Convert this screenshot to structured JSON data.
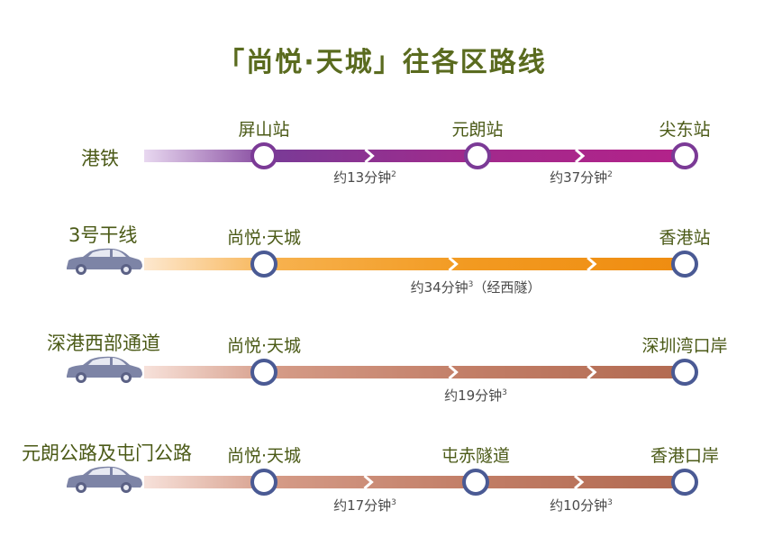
{
  "title": "「尚悦·天城」往各区路线",
  "routes": [
    {
      "mode": "港铁",
      "has_car": false,
      "colors": [
        "#e8d8f0",
        "#7b3a96",
        "#a12a8c",
        "#b3228a"
      ],
      "stations": [
        "屏山站",
        "元朗站",
        "尖东站"
      ],
      "times": [
        {
          "text": "约13分钟",
          "note": "2"
        },
        {
          "text": "约37分钟",
          "note": "2"
        }
      ]
    },
    {
      "mode": "3号干线",
      "has_car": true,
      "colors": [
        "#fde8cf",
        "#f7b14d",
        "#f29a21",
        "#ef8c10"
      ],
      "stations": [
        "尚悦·天城",
        "香港站"
      ],
      "times": [
        {
          "text": "约34分钟",
          "note": "3",
          "suffix": "（经西隧）"
        }
      ]
    },
    {
      "mode": "深港西部通道",
      "has_car": true,
      "colors": [
        "#f7e1da",
        "#d49a86",
        "#c27e67",
        "#b26a51"
      ],
      "stations": [
        "尚悦·天城",
        "深圳湾口岸"
      ],
      "times": [
        {
          "text": "约19分钟",
          "note": "3"
        }
      ]
    },
    {
      "mode": "元朗公路及屯门公路",
      "has_car": true,
      "colors": [
        "#f7e1da",
        "#d49a86",
        "#c27e67",
        "#b26a51"
      ],
      "stations": [
        "尚悦·天城",
        "屯赤隧道",
        "香港口岸"
      ],
      "times": [
        {
          "text": "约17分钟",
          "note": "3"
        },
        {
          "text": "约10分钟",
          "note": "3"
        }
      ]
    }
  ],
  "icons": {
    "car": "car-icon",
    "station": "station-circle-icon"
  }
}
